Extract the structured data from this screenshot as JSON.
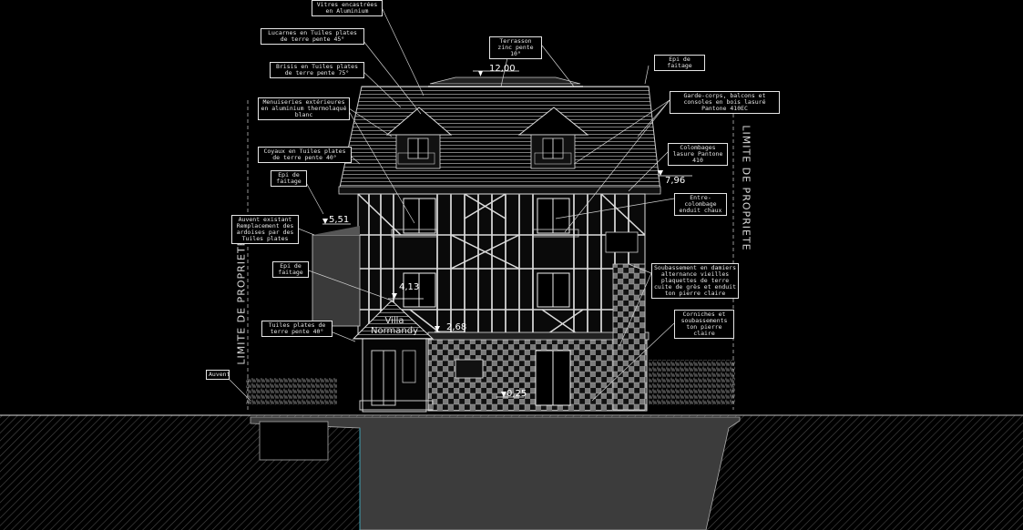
{
  "colors": {
    "background": "#000000",
    "lines": "#cfcfcf",
    "ground": "#5a5a5a",
    "label_border": "#e6e6e6",
    "accent_cyan": "#2aa8c0"
  },
  "property_limit": {
    "left": "LIMITE DE PROPRIETE",
    "right": "LIMITE DE PROPRIETE"
  },
  "dimensions": {
    "ridge_height": "12,00",
    "eave_height": "7,96",
    "auvent_height": "5,51",
    "porch_height": "4,13",
    "side_height": "2,68",
    "floor_height": "0,25"
  },
  "building_name": {
    "line1": "Villa",
    "line2": "Normandy"
  },
  "labels": {
    "vitres_aluminium": "Vitres encastrées en Aluminium",
    "lucarnes": "Lucarnes en Tuiles plates de terre pente 45°",
    "terrasson": "Terrasson zinc pente 10°",
    "brisis": "Brisis en Tuiles plates de terre pente 75°",
    "epi_top": "Epi de faitage",
    "menuiseries": "Menuiseries extérieures en aluminium thermolaqué blanc",
    "garde_corps": "Garde-corps, balcons et consoles en bois lasuré Pantone 410EC",
    "coyaux": "Coyaux en Tuiles plates de terre pente 40°",
    "colombage_top": "Colombages lasure Pantone 410",
    "epi_left": "Epi de faitage",
    "entre_colombage": "Entre-colombage enduit chaux",
    "auvent_existant": "Auvent existant Remplacement des ardoises par des Tuiles plates",
    "epi_porch": "Epi de faitage",
    "soubassement": "Soubassement en damiers alternance vieilles plaquettes de terre cuite de grès et enduit ton pierre claire",
    "tuiles_porch": "Tuiles plates de terre pente 40°",
    "corniches": "Corniches et soubassements ton pierre claire",
    "auvent": "Auvent"
  }
}
